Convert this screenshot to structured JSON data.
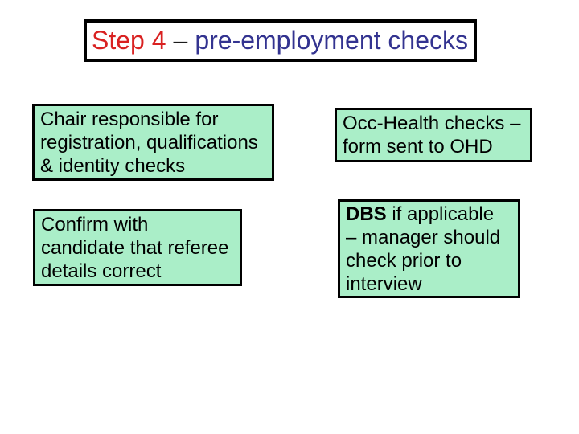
{
  "slide": {
    "title": {
      "step": "Step 4",
      "dash": "–",
      "rest": "pre-employment checks"
    },
    "boxes": {
      "chair": {
        "lines": [
          "Chair responsible for",
          "registration, qualifications",
          "& identity checks"
        ]
      },
      "confirm": {
        "lines": [
          "Confirm with",
          "candidate that referee",
          "details correct"
        ]
      },
      "occ_health": {
        "lines": [
          "Occ-Health checks –",
          "form sent to OHD"
        ]
      },
      "dbs": {
        "bold": "DBS",
        "line1_rest": " if applicable",
        "lines": [
          "– manager should",
          "check prior to",
          "interview"
        ]
      }
    }
  },
  "colors": {
    "step_red": "#d92121",
    "title_blue": "#333390",
    "dash_black": "#1a1a1a",
    "box_green": "#aaeec8",
    "border_black": "#000000",
    "background": "#ffffff"
  }
}
